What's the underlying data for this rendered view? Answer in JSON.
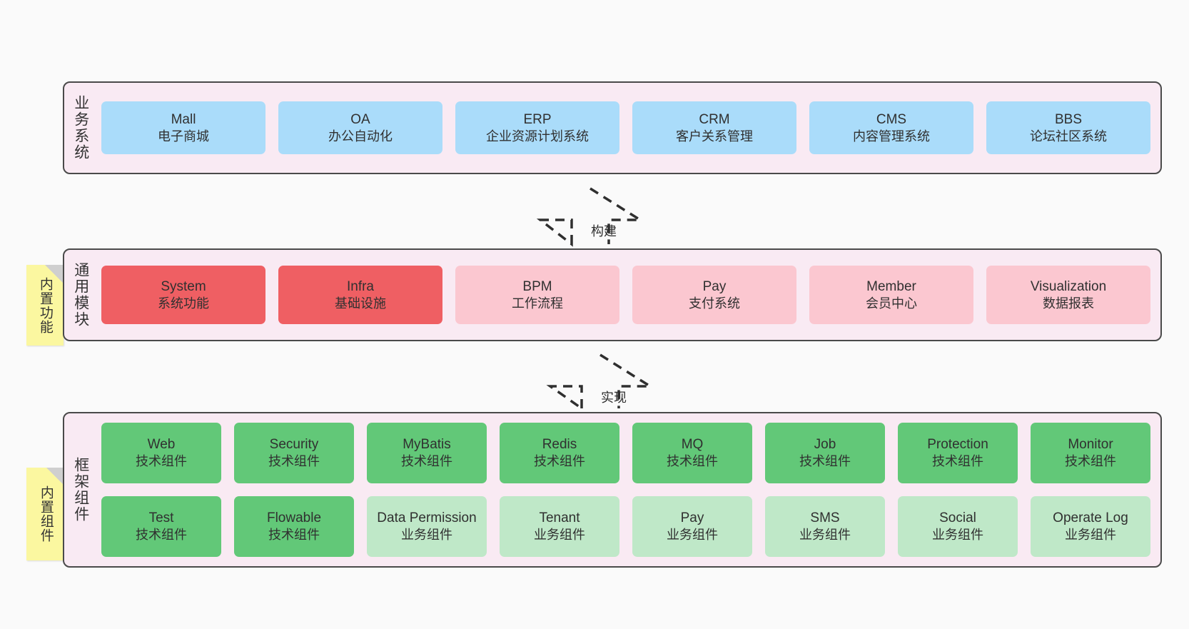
{
  "diagram": {
    "background": "#fafafa",
    "panel_bg": "#f9eaf3",
    "panel_border": "#4a4a4a"
  },
  "sections": [
    {
      "key": "business",
      "label": "业务系统",
      "note": null,
      "rows": [
        {
          "cells": [
            {
              "title": "Mall",
              "subtitle": "电子商城",
              "color": "#aadcfa",
              "variant": "c-blue"
            },
            {
              "title": "OA",
              "subtitle": "办公自动化",
              "color": "#aadcfa",
              "variant": "c-blue"
            },
            {
              "title": "ERP",
              "subtitle": "企业资源计划系统",
              "color": "#aadcfa",
              "variant": "c-blue"
            },
            {
              "title": "CRM",
              "subtitle": "客户关系管理",
              "color": "#aadcfa",
              "variant": "c-blue"
            },
            {
              "title": "CMS",
              "subtitle": "内容管理系统",
              "color": "#aadcfa",
              "variant": "c-blue"
            },
            {
              "title": "BBS",
              "subtitle": "论坛社区系统",
              "color": "#aadcfa",
              "variant": "c-blue"
            }
          ]
        }
      ]
    },
    {
      "key": "common-module",
      "label": "通用模块",
      "note": "内置功能",
      "rows": [
        {
          "cells": [
            {
              "title": "System",
              "subtitle": "系统功能",
              "color": "#ef5f63",
              "variant": "c-red"
            },
            {
              "title": "Infra",
              "subtitle": "基础设施",
              "color": "#ef5f63",
              "variant": "c-red"
            },
            {
              "title": "BPM",
              "subtitle": "工作流程",
              "color": "#fbc7d0",
              "variant": "c-pink"
            },
            {
              "title": "Pay",
              "subtitle": "支付系统",
              "color": "#fbc7d0",
              "variant": "c-pink"
            },
            {
              "title": "Member",
              "subtitle": "会员中心",
              "color": "#fbc7d0",
              "variant": "c-pink"
            },
            {
              "title": "Visualization",
              "subtitle": "数据报表",
              "color": "#fbc7d0",
              "variant": "c-pink"
            }
          ]
        }
      ]
    },
    {
      "key": "framework-components",
      "label": "框架组件",
      "note": "内置组件",
      "rows": [
        {
          "cells": [
            {
              "title": "Web",
              "subtitle": "技术组件",
              "color": "#62c878",
              "variant": "c-green"
            },
            {
              "title": "Security",
              "subtitle": "技术组件",
              "color": "#62c878",
              "variant": "c-green"
            },
            {
              "title": "MyBatis",
              "subtitle": "技术组件",
              "color": "#62c878",
              "variant": "c-green"
            },
            {
              "title": "Redis",
              "subtitle": "技术组件",
              "color": "#62c878",
              "variant": "c-green"
            },
            {
              "title": "MQ",
              "subtitle": "技术组件",
              "color": "#62c878",
              "variant": "c-green"
            },
            {
              "title": "Job",
              "subtitle": "技术组件",
              "color": "#62c878",
              "variant": "c-green"
            },
            {
              "title": "Protection",
              "subtitle": "技术组件",
              "color": "#62c878",
              "variant": "c-green"
            },
            {
              "title": "Monitor",
              "subtitle": "技术组件",
              "color": "#62c878",
              "variant": "c-green"
            }
          ]
        },
        {
          "cells": [
            {
              "title": "Test",
              "subtitle": "技术组件",
              "color": "#62c878",
              "variant": "c-green"
            },
            {
              "title": "Flowable",
              "subtitle": "技术组件",
              "color": "#62c878",
              "variant": "c-green"
            },
            {
              "title": "Data Permission",
              "subtitle": "业务组件",
              "color": "#bfe8c8",
              "variant": "c-lightgreen"
            },
            {
              "title": "Tenant",
              "subtitle": "业务组件",
              "color": "#bfe8c8",
              "variant": "c-lightgreen"
            },
            {
              "title": "Pay",
              "subtitle": "业务组件",
              "color": "#bfe8c8",
              "variant": "c-lightgreen"
            },
            {
              "title": "SMS",
              "subtitle": "业务组件",
              "color": "#bfe8c8",
              "variant": "c-lightgreen"
            },
            {
              "title": "Social",
              "subtitle": "业务组件",
              "color": "#bfe8c8",
              "variant": "c-lightgreen"
            },
            {
              "title": "Operate Log",
              "subtitle": "业务组件",
              "color": "#bfe8c8",
              "variant": "c-lightgreen"
            }
          ]
        }
      ]
    }
  ],
  "connectors": [
    {
      "key": "build",
      "label": "构建",
      "from": "common-module",
      "to": "business"
    },
    {
      "key": "implement",
      "label": "实现",
      "from": "framework-components",
      "to": "common-module"
    }
  ]
}
